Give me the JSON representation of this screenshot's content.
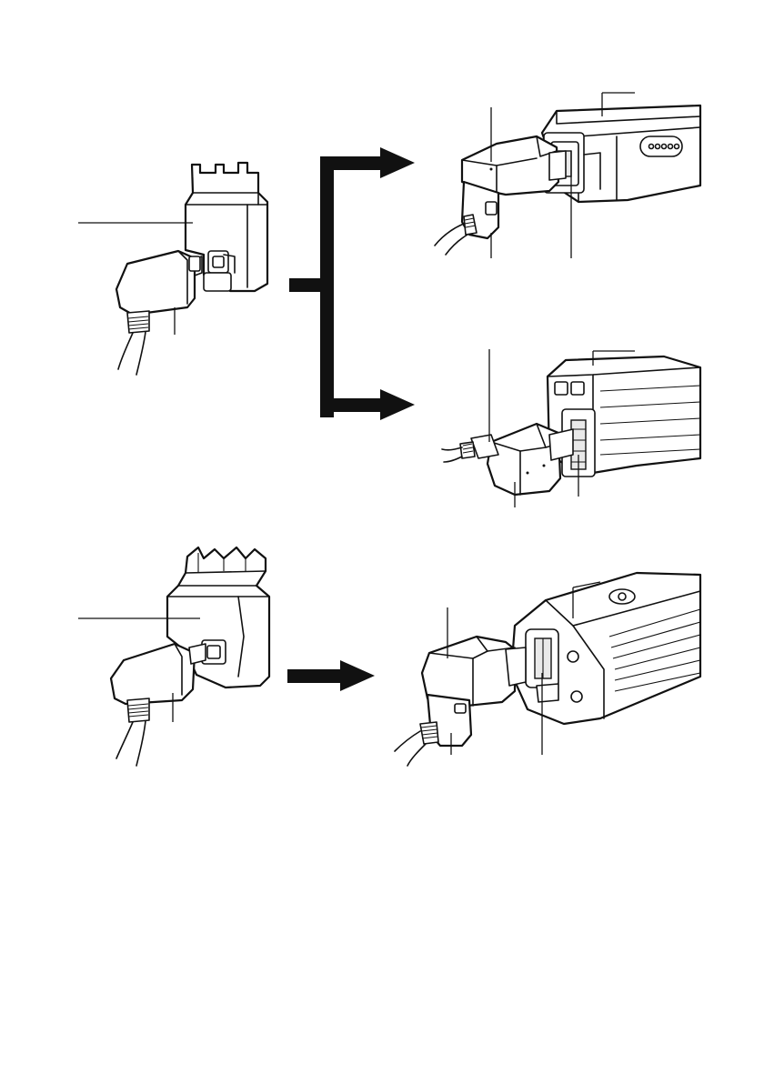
{
  "figure": {
    "kind": "assembly-illustration",
    "panels": [
      {
        "name": "adapter-with-cable-top",
        "state": "connected"
      },
      {
        "name": "battery-side-connection-a",
        "state": "inserting"
      },
      {
        "name": "battery-side-connection-b",
        "state": "inserting"
      },
      {
        "name": "adapter-with-cable-bottom",
        "state": "connected"
      },
      {
        "name": "battery-end-connection",
        "state": "inserting"
      }
    ],
    "arrows": [
      {
        "name": "branch-arrow-upper",
        "direction": "right"
      },
      {
        "name": "branch-arrow-lower",
        "direction": "right"
      },
      {
        "name": "straight-arrow",
        "direction": "right"
      }
    ],
    "colors": {
      "line": "#111111",
      "background": "#ffffff",
      "shade": "#e9e9e9"
    },
    "leader_lines_unlabeled": true
  }
}
